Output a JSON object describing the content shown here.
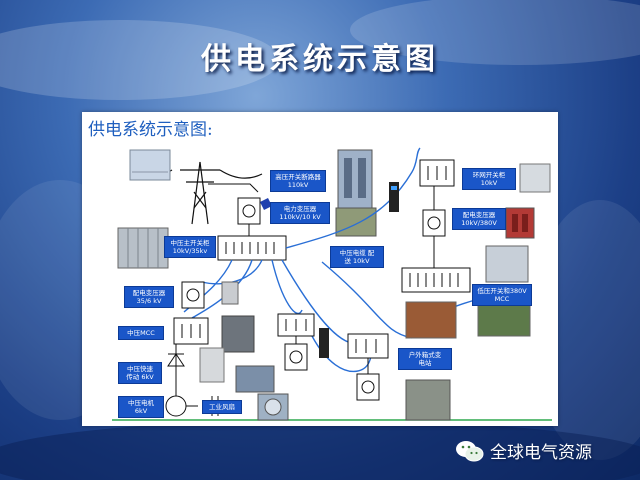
{
  "slide": {
    "title": "供电系统示意图"
  },
  "panel": {
    "title": "供电系统示意图:",
    "labels": {
      "hv_breaker": "高压开关断路器\n110kV",
      "power_transformer": "电力变压器\n110kV/10 kV",
      "main_switchgear": "中压主开关柜\n10kV/35kv",
      "dist_transformer_left": "配电变压器\n35/6 kV",
      "mv_cable": "中压电缆 配\n送 10kV",
      "ring_main": "环网开关柜\n10kV",
      "dist_transformer_right": "配电变压器\n10kV/380V",
      "lv_switch": "低压开关和380V\nMCC",
      "outdoor_substation": "户外箱式变\n电站",
      "mv_mcc": "中压MCC",
      "vfd": "中压快速\n传动 6kV",
      "mv_motor": "中压电机\n6kV",
      "fan": "工业风扇"
    }
  },
  "watermark": {
    "text": "全球电气资源",
    "icon": "wechat-icon"
  },
  "colors": {
    "label_bg": "#1a56c8",
    "line": "#2a6fd6",
    "accent_title": "#1f5fbf"
  }
}
